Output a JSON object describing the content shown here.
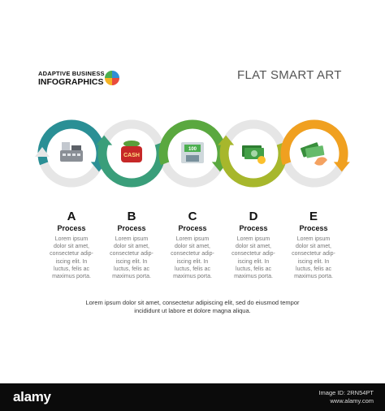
{
  "header": {
    "brand_line1": "ADAPTIVE BUSINESS",
    "brand_line2": "INFOGRAPHICS",
    "title": "FLAT SMART ART"
  },
  "steps": [
    {
      "letter": "A",
      "title": "Process",
      "desc": [
        "Lorem ipsum",
        "dolor sit amet,",
        "consectetur adip-",
        "iscing elit. In",
        "luctus, felis ac",
        "maximus porta."
      ],
      "color": "#2a8f95",
      "icon": "cash-register-icon"
    },
    {
      "letter": "B",
      "title": "Process",
      "desc": [
        "Lorem ipsum",
        "dolor sit amet,",
        "consectetur adip-",
        "iscing elit. In",
        "luctus, felis ac",
        "maximus porta."
      ],
      "color": "#3a9e7a",
      "icon": "cash-bag-icon",
      "icon_text": "CASH"
    },
    {
      "letter": "C",
      "title": "Process",
      "desc": [
        "Lorem ipsum",
        "dolor sit amet,",
        "consectetur adip-",
        "iscing elit. In",
        "luctus, felis ac",
        "maximus porta."
      ],
      "color": "#5aa83f",
      "icon": "atm-icon",
      "icon_text": "100"
    },
    {
      "letter": "D",
      "title": "Process",
      "desc": [
        "Lorem ipsum",
        "dolor sit amet,",
        "consectetur adip-",
        "iscing elit. In",
        "luctus, felis ac",
        "maximus porta."
      ],
      "color": "#a7b72c",
      "icon": "banknotes-coins-icon"
    },
    {
      "letter": "E",
      "title": "Process",
      "desc": [
        "Lorem ipsum",
        "dolor sit amet,",
        "consectetur adip-",
        "iscing elit. In",
        "luctus, felis ac",
        "maximus porta."
      ],
      "color": "#f0a020",
      "icon": "money-hand-icon"
    }
  ],
  "footer": {
    "line1": "Lorem ipsum dolor sit amet, consectetur adipiscing elit, sed do eiusmod tempor",
    "line2": "incididunt ut labore et dolore magna aliqua."
  },
  "stock": {
    "logo": "alamy",
    "id": "Image ID: 2RN54PT",
    "site": "www.alamy.com"
  },
  "colors": {
    "ring_grey": "#e6e6e6",
    "pie": [
      "#2f8fd6",
      "#e94b3c",
      "#f5b323",
      "#4caf50"
    ]
  }
}
